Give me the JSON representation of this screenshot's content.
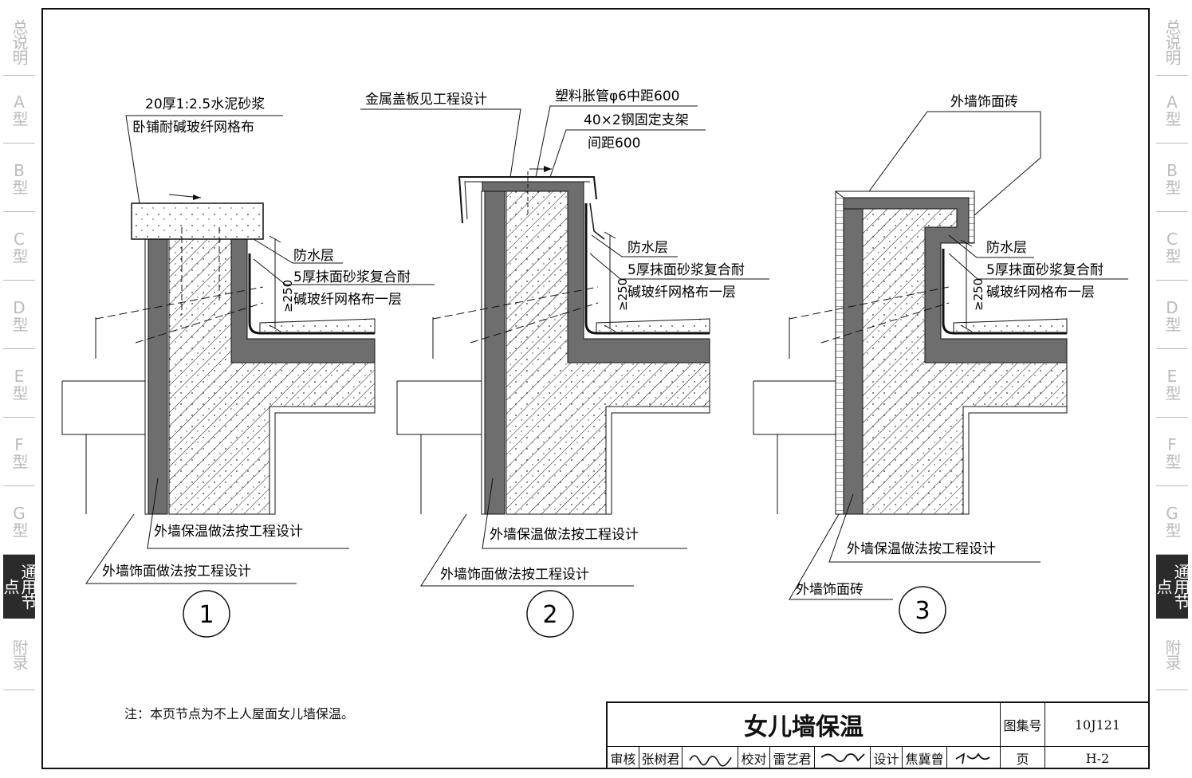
{
  "sidebar": {
    "items": [
      {
        "label": "总说明",
        "active": false
      },
      {
        "label": "A型",
        "active": false
      },
      {
        "label": "B型",
        "active": false
      },
      {
        "label": "C型",
        "active": false
      },
      {
        "label": "D型",
        "active": false
      },
      {
        "label": "E型",
        "active": false
      },
      {
        "label": "F型",
        "active": false
      },
      {
        "label": "G型",
        "active": false
      },
      {
        "label": "通用节点",
        "active": true
      },
      {
        "label": "附录",
        "active": false
      }
    ]
  },
  "details": [
    {
      "number": "1",
      "labels": {
        "top_1": "20厚1:2.5水泥砂浆",
        "top_2": "卧铺耐碱玻纤网格布",
        "waterproof": "防水层",
        "mortar_1": "5厚抹面砂浆复合耐",
        "mortar_2": "碱玻纤网格布一层",
        "dim": "≥250",
        "insulation": "外墙保温做法按工程设计",
        "finish": "外墙饰面做法按工程设计"
      }
    },
    {
      "number": "2",
      "labels": {
        "cover": "金属盖板见工程设计",
        "anchor": "塑料胀管φ6中距600",
        "bracket_1": "40×2钢固定支架",
        "bracket_2": "间距600",
        "waterproof": "防水层",
        "mortar_1": "5厚抹面砂浆复合耐",
        "mortar_2": "碱玻纤网格布一层",
        "dim": "≥250",
        "insulation": "外墙保温做法按工程设计",
        "finish": "外墙饰面做法按工程设计"
      }
    },
    {
      "number": "3",
      "labels": {
        "tile_top": "外墙饰面砖",
        "waterproof": "防水层",
        "mortar_1": "5厚抹面砂浆复合耐",
        "mortar_2": "碱玻纤网格布一层",
        "dim": "≥250",
        "insulation": "外墙保温做法按工程设计",
        "finish": "外墙饰面砖"
      }
    }
  ],
  "note": "注：本页节点为不上人屋面女儿墙保温。",
  "title_block": {
    "title": "女儿墙保温",
    "atlas_label": "图集号",
    "atlas_value": "10J121",
    "review_label": "审核",
    "review_name": "张树君",
    "check_label": "校对",
    "check_name": "雷艺君",
    "design_label": "设计",
    "design_name": "焦冀曾",
    "page_label": "页",
    "page_value": "H-2"
  },
  "colors": {
    "ink": "#111111",
    "insulation": "#6e6e6e",
    "sidebar_active": "#2b2b2b",
    "sidebar_inactive": "#bbbbbb"
  }
}
